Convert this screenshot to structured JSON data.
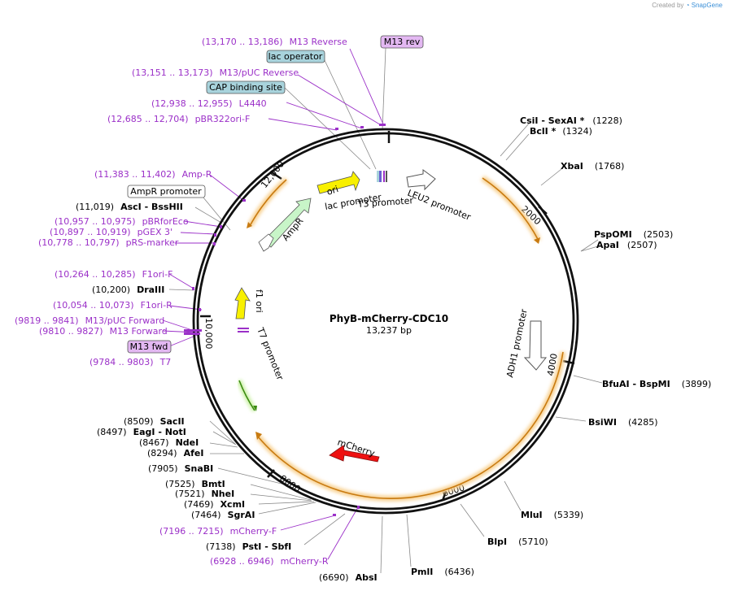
{
  "credit": {
    "prefix": "Created by",
    "brand": "SnapGene"
  },
  "plasmid": {
    "name": "PhyB-mCherry-CDC10",
    "length_label": "13,237 bp",
    "length": 13237
  },
  "ticks": [
    "2000",
    "4000",
    "6000",
    "8000",
    "10,000",
    "12,000"
  ],
  "boxed_features": [
    {
      "text": "M13 rev",
      "kind": "primer"
    },
    {
      "text": "lac operator",
      "kind": "protein_bind"
    },
    {
      "text": "CAP binding site",
      "kind": "protein_bind"
    },
    {
      "text": "AmpR promoter",
      "kind": "promoter"
    },
    {
      "text": "M13 fwd",
      "kind": "primer"
    }
  ],
  "primer_labels": [
    {
      "range": "(13,170 .. 13,186)",
      "name": "M13 Reverse"
    },
    {
      "range": "(13,151 .. 13,173)",
      "name": "M13/pUC Reverse"
    },
    {
      "range": "(12,938 .. 12,955)",
      "name": "L4440"
    },
    {
      "range": "(12,685 .. 12,704)",
      "name": "pBR322ori-F"
    },
    {
      "range": "(11,383 .. 11,402)",
      "name": "Amp-R"
    },
    {
      "range": "(10,957 .. 10,975)",
      "name": "pBRforEco"
    },
    {
      "range": "(10,897 .. 10,919)",
      "name": "pGEX 3'"
    },
    {
      "range": "(10,778 .. 10,797)",
      "name": "pRS-marker"
    },
    {
      "range": "(10,264 .. 10,285)",
      "name": "F1ori-F"
    },
    {
      "range": "(10,054 .. 10,073)",
      "name": "F1ori-R"
    },
    {
      "range": "(9819 .. 9841)",
      "name": "M13/pUC Forward"
    },
    {
      "range": "(9810 .. 9827)",
      "name": "M13 Forward"
    },
    {
      "range": "(9784 .. 9803)",
      "name": "T7"
    },
    {
      "range": "(7196 .. 7215)",
      "name": "mCherry-F"
    },
    {
      "range": "(6928 .. 6946)",
      "name": "mCherry-R"
    }
  ],
  "enzyme_labels": [
    {
      "name": "CsiI",
      "extra": " -  SexAI *",
      "pos": "(1228)"
    },
    {
      "name": "BclI *",
      "extra": "",
      "pos": "(1324)"
    },
    {
      "name": "XbaI",
      "extra": "",
      "pos": "(1768)"
    },
    {
      "name": "PspOMI",
      "extra": "",
      "pos": "(2503)"
    },
    {
      "name": "ApaI",
      "extra": "",
      "pos": "(2507)"
    },
    {
      "name": "BfuAI",
      "extra": " -  BspMI",
      "pos": "(3899)"
    },
    {
      "name": "BsiWI",
      "extra": "",
      "pos": "(4285)"
    },
    {
      "name": "MluI",
      "extra": "",
      "pos": "(5339)"
    },
    {
      "name": "BlpI",
      "extra": "",
      "pos": "(5710)"
    },
    {
      "name": "PmlI",
      "extra": "",
      "pos": "(6436)"
    },
    {
      "name": "AbsI",
      "extra": "",
      "pos": "(6690)"
    },
    {
      "name": "PstI",
      "extra": " -  SbfI",
      "pos": "(7138)"
    },
    {
      "name": "SgrAI",
      "extra": "",
      "pos": "(7464)"
    },
    {
      "name": "XcmI",
      "extra": "",
      "pos": "(7469)"
    },
    {
      "name": "NheI",
      "extra": "",
      "pos": "(7521)"
    },
    {
      "name": "BmtI",
      "extra": "",
      "pos": "(7525)"
    },
    {
      "name": "SnaBI",
      "extra": "",
      "pos": "(7905)"
    },
    {
      "name": "AfeI",
      "extra": "",
      "pos": "(8294)"
    },
    {
      "name": "NdeI",
      "extra": "",
      "pos": "(8467)"
    },
    {
      "name": "EagI",
      "extra": " -  NotI",
      "pos": "(8497)"
    },
    {
      "name": "SacII",
      "extra": "",
      "pos": "(8509)"
    },
    {
      "name": "DraIII",
      "extra": "",
      "pos": "(10,200)"
    },
    {
      "name": "AscI",
      "extra": " -  BssHII",
      "pos": "(11,019)"
    }
  ],
  "feature_labels": [
    "ori",
    "lac promoter",
    "T3 promoter",
    "LEU2 promoter",
    "AmpR",
    "f1 ori",
    "T7 promoter",
    "ADH1 promoter",
    "mCherry"
  ],
  "colors": {
    "primer": "#9b30c8",
    "primer_box": "#e3b8f2",
    "bind_box": "#a8d3dc",
    "orf": "#f0a830",
    "ori": "#f8f000",
    "ampr": "#c8f5c8",
    "mcherry": "#ee1111",
    "promoter": "#ffffff",
    "brand": "#3a8fd8"
  }
}
